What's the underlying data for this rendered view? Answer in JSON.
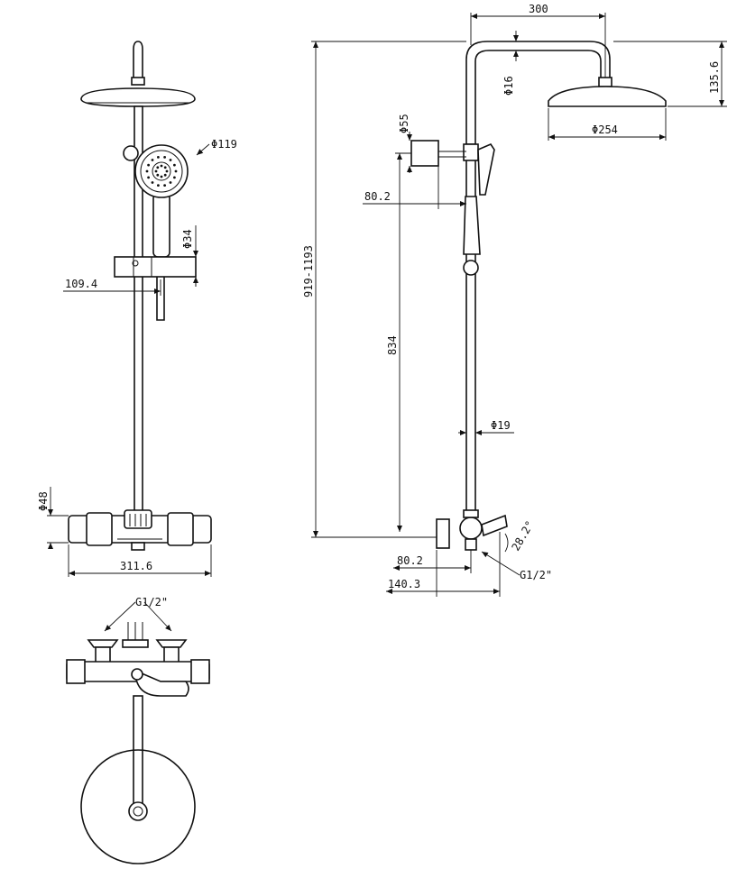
{
  "views": {
    "front": {
      "d_handshower": "119",
      "d_slider": "34",
      "w_slider": "109.4",
      "d_mixer": "48",
      "w_mixer": "311.6"
    },
    "side": {
      "w_arm": "300",
      "d_arm_tube": "16",
      "h_head": "135.6",
      "d_head": "254",
      "d_holder": "55",
      "w_holder": "80.2",
      "h_total": "919-1193",
      "h_bar": "834",
      "d_bar": "19",
      "w_inlet": "80.2",
      "w_spout": "140.3",
      "angle": "28.2°",
      "thread": "G1/2\""
    },
    "top": {
      "thread": "G1/2\""
    }
  }
}
